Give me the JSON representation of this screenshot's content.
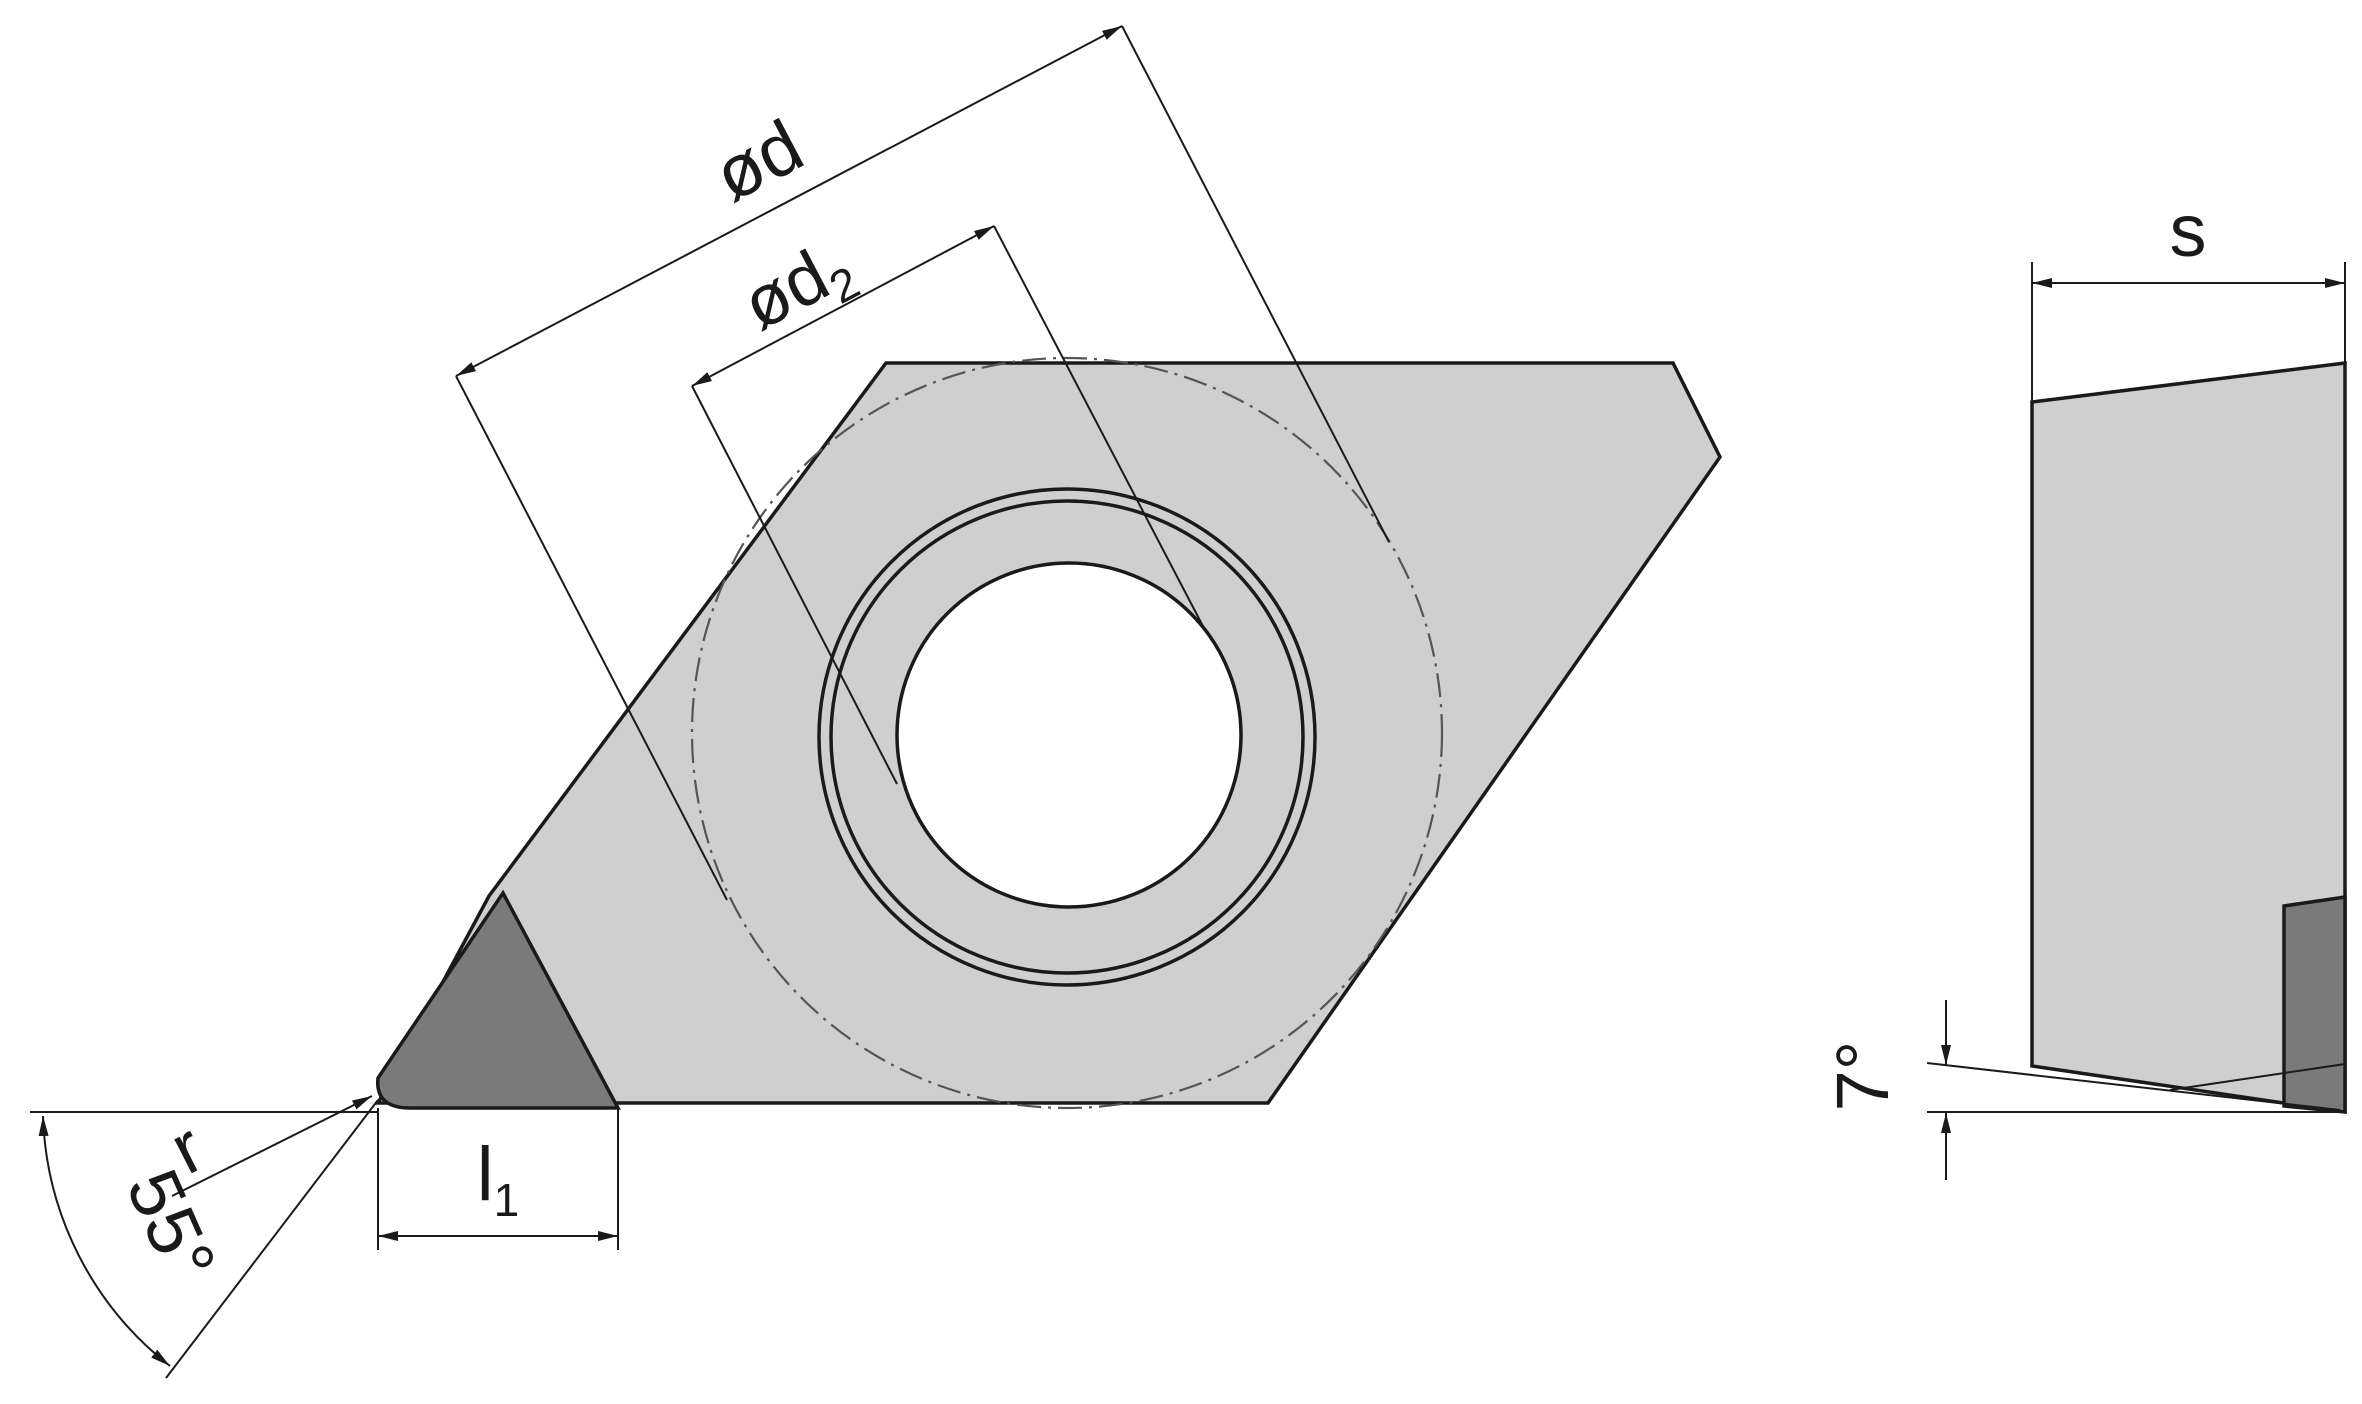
{
  "colors": {
    "insert_body": "#cfcfcf",
    "cutting_tip": "#7a7a7a",
    "hole": "#ffffff",
    "line": "#1a1a1a"
  },
  "labels": {
    "d": "ød",
    "d2_main": "ød",
    "d2_sub": "2",
    "s": "s",
    "l1_main": "l",
    "l1_sub": "1",
    "r": "r",
    "corner_angle": "55°",
    "clearance_angle": "7°"
  }
}
